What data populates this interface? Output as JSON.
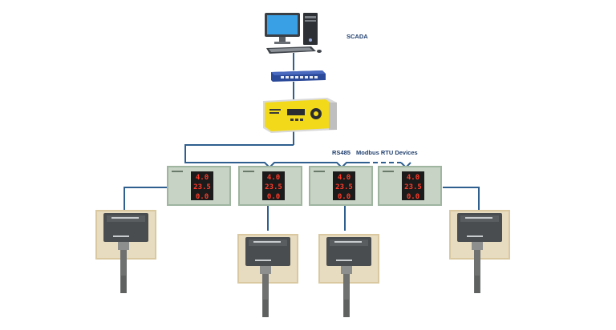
{
  "labels": {
    "scada": "SCADA",
    "rs485": "RS485",
    "modbus": "Modbus RTU Devices"
  },
  "display_values": [
    "4.0",
    "23.5",
    "0.0"
  ],
  "transmitters": [
    {
      "id": "t1"
    },
    {
      "id": "t2"
    },
    {
      "id": "t3"
    },
    {
      "id": "t4"
    }
  ],
  "colors": {
    "wire": "#2f5f8f",
    "label": "#1f3f6e",
    "gateway_yellow": "#f2d91a",
    "switch_blue": "#2c4a9a",
    "led_red": "#ff3b2a"
  }
}
